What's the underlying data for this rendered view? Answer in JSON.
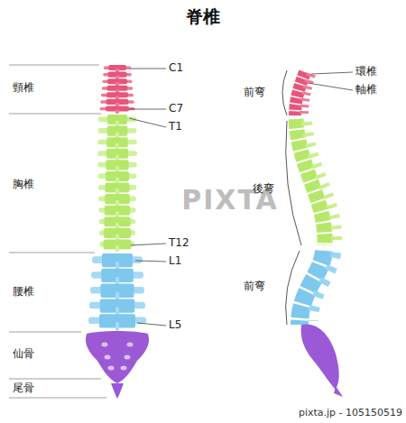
{
  "diagram": {
    "title": "脊椎",
    "labels": [
      "頸椎",
      "胸椎",
      "腰椎",
      "仙骨",
      "尾骨",
      "C1",
      "C7",
      "T1",
      "T12",
      "L1",
      "L5",
      "環椎",
      "軸椎",
      "前弯",
      "後弯",
      "前弯",
      "PIXTA",
      "pixta.jp - 105150519"
    ]
  }
}
